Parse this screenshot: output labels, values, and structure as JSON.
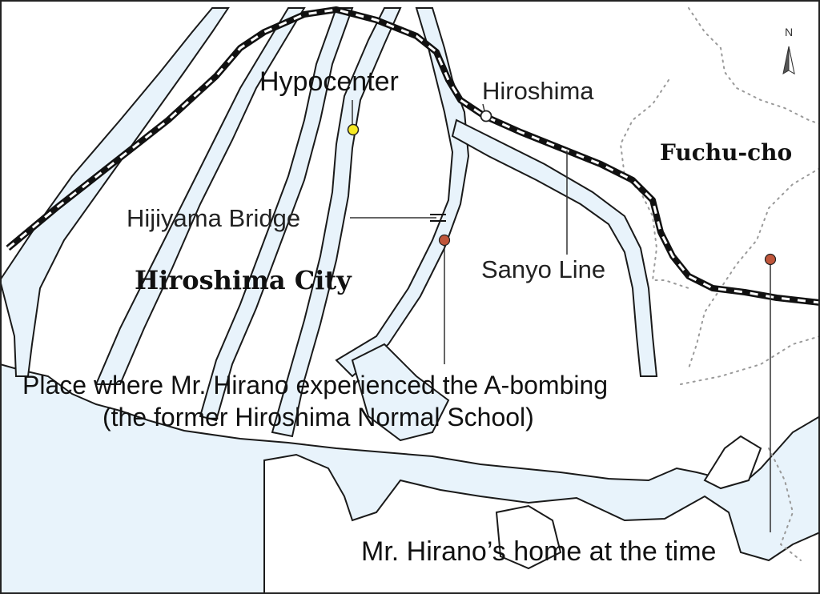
{
  "map": {
    "colors": {
      "water": "#e8f3fb",
      "water_outline": "#1a1a1a",
      "land": "#ffffff",
      "railway_dark": "#111111",
      "railway_light": "#ffffff",
      "hypocenter_marker": "#f7ea24",
      "location_marker": "#c0563b",
      "station_marker": "#ffffff",
      "boundary_dots": "#9a9a9a",
      "frame": "#222222"
    },
    "compass": {
      "label": "N",
      "icon": "north-arrow-icon"
    },
    "labels": {
      "hypocenter": "Hypocenter",
      "hiroshima_station": "Hiroshima",
      "fuchu_cho": "Fuchu-cho",
      "hijiyama_bridge": "Hijiyama Bridge",
      "sanyo_line": "Sanyo Line",
      "hiroshima_city": "Hiroshima City",
      "bombing_place_line1": "Place where Mr. Hirano experienced the A-bombing",
      "bombing_place_line2": "(the former Hiroshima Normal School)",
      "hirano_home": "Mr. Hirano’s home at the time"
    },
    "markers": [
      {
        "name": "hypocenter-marker",
        "icon": "circle-marker",
        "color": "yellow"
      },
      {
        "name": "hiroshima-station-marker",
        "icon": "station-circle",
        "color": "white"
      },
      {
        "name": "bombing-place-marker",
        "icon": "circle-marker",
        "color": "red"
      },
      {
        "name": "hirano-home-marker",
        "icon": "circle-marker",
        "color": "red"
      }
    ]
  }
}
